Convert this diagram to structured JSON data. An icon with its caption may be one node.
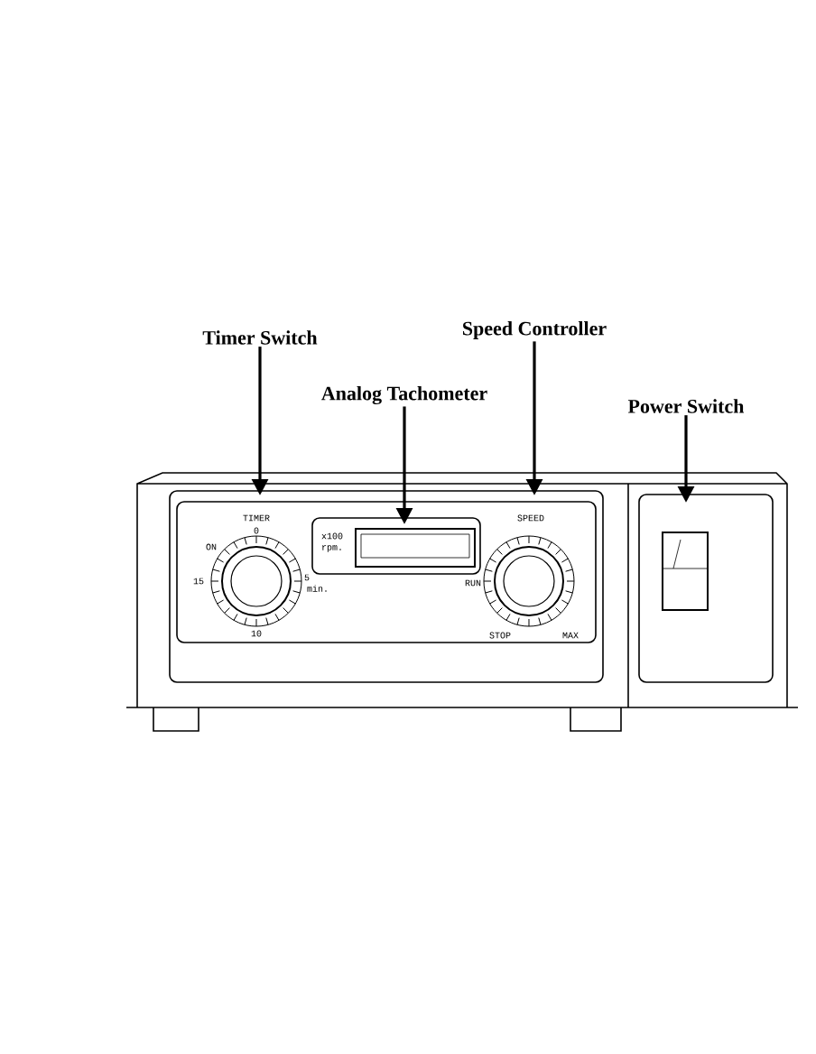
{
  "diagram": {
    "nodes": [
      {
        "text": [
          "Timer Switch"
        ]
      },
      {
        "text": [
          "Analog Tachometer"
        ]
      },
      {
        "text": [
          "Speed Controller"
        ]
      },
      {
        "text": [
          "Power Switch"
        ]
      },
      {
        "text": [],
        "shape": "circle"
      },
      {
        "text": [],
        "shape": "box"
      },
      {
        "text": [],
        "shape": "circle"
      },
      {
        "text": [],
        "shape": "box"
      }
    ],
    "edges": [
      {
        "from": 0,
        "to": 4,
        "arrow": "to"
      },
      {
        "from": 1,
        "to": 5,
        "arrow": "to"
      },
      {
        "from": 2,
        "to": 6,
        "arrow": "to"
      },
      {
        "from": 3,
        "to": 7,
        "arrow": "to"
      }
    ],
    "labels": [
      "TIMER",
      "0",
      "ON",
      "15",
      "5",
      "min.",
      "10",
      "x100",
      "rpm.",
      "SPEED",
      "RUN",
      "STOP",
      "MAX"
    ]
  }
}
